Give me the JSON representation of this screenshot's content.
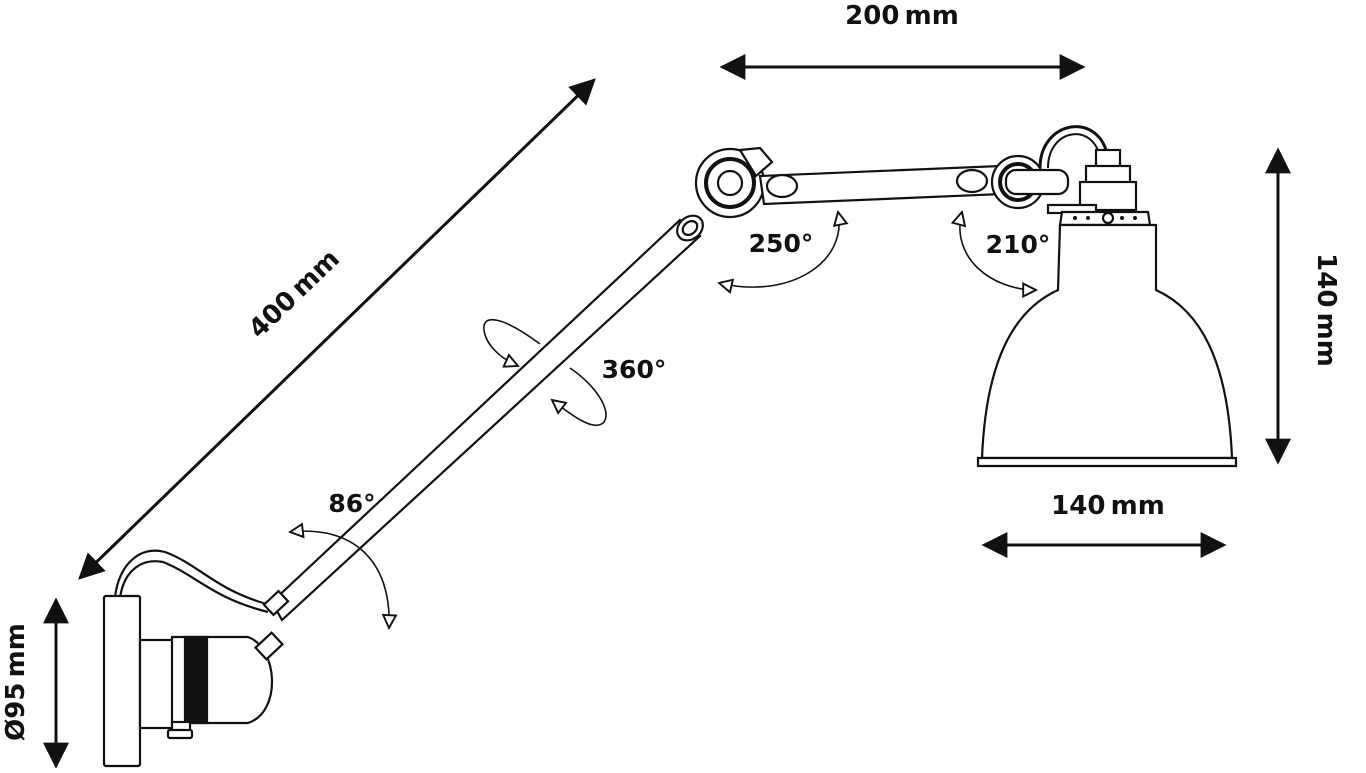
{
  "dimensions": {
    "arm_length": "400 mm",
    "upper_arm_length": "200 mm",
    "shade_height": "140 mm",
    "shade_diameter": "140 mm",
    "base_diameter": "Ø95 mm"
  },
  "angles": {
    "base_joint": "86°",
    "arm_rotation": "360°",
    "elbow_joint": "250°",
    "shade_joint": "210°"
  },
  "colors": {
    "ink": "#111111",
    "paper": "#ffffff"
  }
}
